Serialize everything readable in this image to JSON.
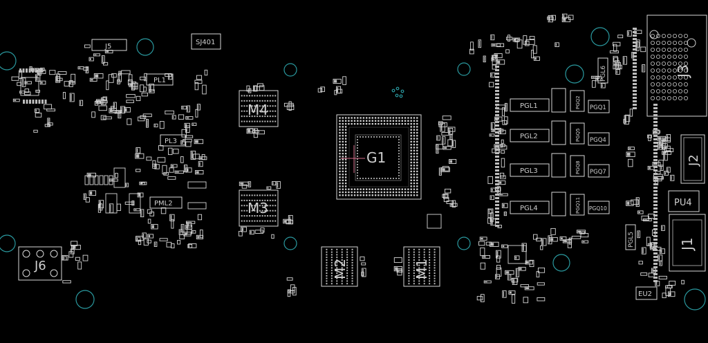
{
  "colors": {
    "background": "#000000",
    "silkscreen": "#d9d9d9",
    "via": "#2a9aa0",
    "crosshair": "#d66b8a"
  },
  "chips": {
    "M4": "M4",
    "M3": "M3",
    "M2": "M2",
    "M1": "M1",
    "G1": "G1",
    "J1": "J1",
    "J2": "J2",
    "J3": "J3",
    "J5": "J5",
    "J6": "J6",
    "SJ401": "SJ401",
    "PU4": "PU4",
    "EU2": "EU2"
  },
  "inductors": {
    "PL1": "PL1",
    "PL3": "PL3",
    "PML2": "PML2",
    "PGL1": "PGL1",
    "PGL2": "PGL2",
    "PGL3": "PGL3",
    "PGL4": "PGL4",
    "PGL5": "PGL5",
    "PGL6": "PGL6"
  },
  "mosfets": {
    "PGQ1": "PGQ1",
    "PGQ4": "PGQ4",
    "PGQ7": "PGQ7",
    "PGQ10": "PGQ10",
    "PGQ2": "PGQ2",
    "PGQ5": "PGQ5",
    "PGQ8": "PGQ8",
    "PGQ11": "PGQ11"
  }
}
